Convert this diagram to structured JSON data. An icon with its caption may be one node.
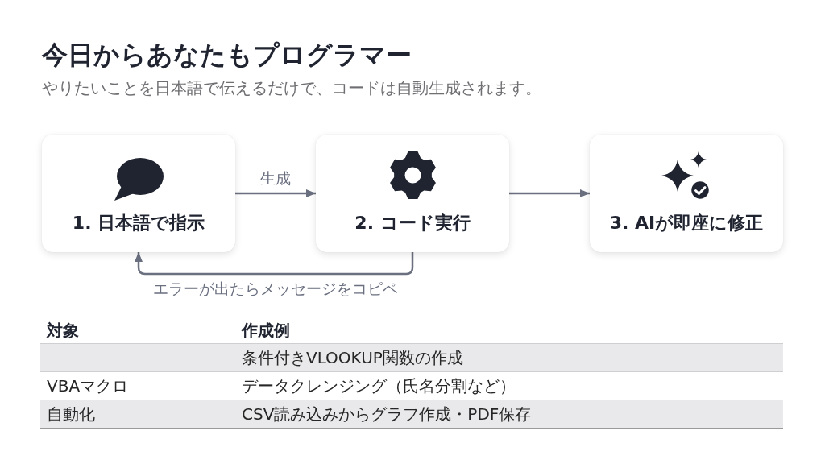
{
  "diagram": {
    "title": "今日からあなたもプログラマー",
    "nodes": [
      {
        "text": [
          "1. 日本語で指示"
        ]
      },
      {
        "text": [
          "2. コード実行"
        ]
      },
      {
        "text": [
          "3. AIが即座に修正"
        ]
      }
    ],
    "edges": [
      {
        "from": 0,
        "to": 1,
        "arrow": "to",
        "label": "生成"
      },
      {
        "from": 1,
        "to": 2,
        "arrow": "to"
      },
      {
        "from": 1,
        "to": 0,
        "arrow": "to",
        "label": "エラーが出たらメッセージをコピペ"
      }
    ],
    "labels": [
      "やりたいことを日本語で伝えるだけで、コードは自動生成されます。",
      "対象",
      "作成例",
      "条件付きVLOOKUP関数の作成",
      "VBAマクロ",
      "データクレンジング（氏名分割など）",
      "自動化",
      "CSV読み込みからグラフ作成・PDF保存"
    ]
  }
}
